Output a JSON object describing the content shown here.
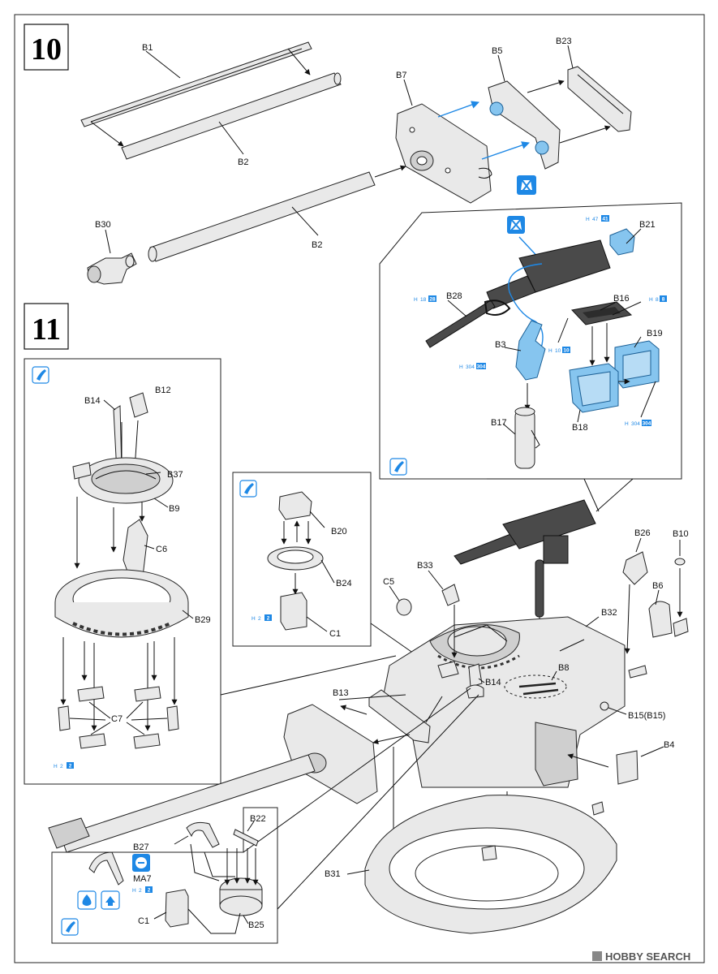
{
  "steps": {
    "s10": "10",
    "s11": "11"
  },
  "labels": {
    "B1": "B1",
    "B2a": "B2",
    "B2b": "B2",
    "B5": "B5",
    "B7": "B7",
    "B23": "B23",
    "B30": "B30",
    "B21": "B21",
    "B28": "B28",
    "B16": "B16",
    "B19": "B19",
    "B3": "B3",
    "B18": "B18",
    "B17": "B17",
    "B14a": "B14",
    "B12": "B12",
    "B37": "B37",
    "B9": "B9",
    "C6": "C6",
    "B29": "B29",
    "C7": "C7",
    "B20": "B20",
    "B24": "B24",
    "C1a": "C1",
    "B33": "B33",
    "C5": "C5",
    "B26": "B26",
    "B10": "B10",
    "B6": "B6",
    "B32": "B32",
    "B8": "B8",
    "B14b": "B14",
    "B13": "B13",
    "B15": "B15(B15)",
    "B4": "B4",
    "B31": "B31",
    "B22": "B22",
    "B27": "B27",
    "MA7": "MA7",
    "C1b": "C1",
    "B25": "B25"
  },
  "paint_codes": {
    "h47": {
      "h": "H",
      "n": "47",
      "b": "41"
    },
    "h18": {
      "h": "H",
      "n": "18",
      "b": "28"
    },
    "h8": {
      "h": "H",
      "n": "8",
      "b": "8"
    },
    "h10": {
      "h": "H",
      "n": "10",
      "b": "10"
    },
    "h304a": {
      "h": "H",
      "n": "304",
      "b": "304"
    },
    "h304b": {
      "h": "H",
      "n": "304",
      "b": "304"
    },
    "h2a": {
      "h": "H",
      "n": "2",
      "b": "2"
    },
    "h2b": {
      "h": "H",
      "n": "2",
      "b": "2"
    },
    "h2c": {
      "h": "H",
      "n": "2",
      "b": "2"
    }
  },
  "watermark": "HOBBY SEARCH",
  "colors": {
    "accent_blue": "#1e88e5",
    "part_blue": "#86c5ef",
    "gun_dark": "#4a4a4a"
  },
  "icons": [
    "cement-icon",
    "do-not-cement-icon",
    "paint-icon",
    "drill-icon",
    "cut-icon"
  ]
}
